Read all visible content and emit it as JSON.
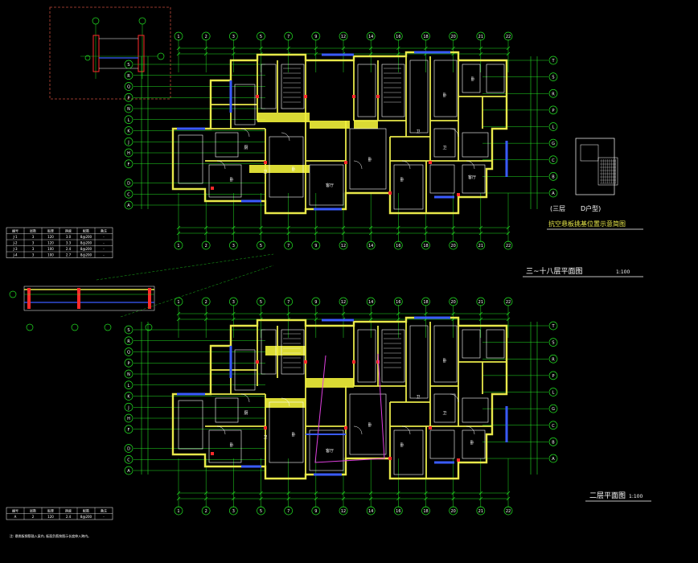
{
  "canvas": {
    "background": "#000000"
  },
  "colors": {
    "axis": "#22e022",
    "wall": "#e8e84a",
    "wall_thick": "#f2f23a",
    "room_line": "#ffffff",
    "window": "#3a5bff",
    "grid_text": "#ffffff",
    "red": "#ff2a2a",
    "magenta": "#e040e0",
    "cyan": "#36d6e0",
    "detail_frame": "#c44a3a"
  },
  "plan_titles": {
    "upper": "三~十八层平面图",
    "upper_scale": "1:100",
    "lower": "二层平面图",
    "lower_scale": "1:100"
  },
  "key_plan": {
    "caption_a": "(三层",
    "caption_b": "D户型)",
    "title": "抗空悬板挑基位置示意简图"
  },
  "axis_labels": {
    "top": [
      "1",
      "2",
      "3",
      "5",
      "7",
      "9",
      "12",
      "14",
      "16",
      "18",
      "20",
      "21",
      "22"
    ],
    "left": [
      "S",
      "R",
      "Q",
      "P",
      "N",
      "L",
      "K",
      "J",
      "H",
      "F",
      "D",
      "C",
      "A"
    ],
    "right": [
      "T",
      "S",
      "R",
      "P",
      "L",
      "G",
      "C",
      "B",
      "A"
    ]
  },
  "rooms_upper": [
    "厨",
    "卫",
    "卧",
    "卧",
    "客厅",
    "卧",
    "卧",
    "卫",
    "卫",
    "客厅",
    "卧",
    "卧"
  ],
  "rooms_lower": [
    "厨",
    "卫",
    "卧",
    "卧",
    "客厅",
    "卧",
    "卧",
    "卫",
    "卫",
    "卧",
    "卧"
  ],
  "legend_upper": {
    "headers": [
      "编号",
      "层数",
      "板厚",
      "跨度",
      "配筋",
      "备注"
    ],
    "rows": [
      [
        "J-1",
        "3",
        "120",
        "3.0",
        "8@200",
        "-"
      ],
      [
        "J-2",
        "3",
        "120",
        "3.3",
        "8@200",
        "-"
      ],
      [
        "J-3",
        "3",
        "100",
        "2.4",
        "8@200",
        "-"
      ],
      [
        "J-4",
        "3",
        "100",
        "2.7",
        "8@200",
        "-"
      ]
    ]
  },
  "legend_lower": {
    "headers": [
      "编号",
      "层数",
      "板厚",
      "跨度",
      "配筋",
      "备注"
    ],
    "rows": [
      [
        "A",
        "2",
        "120",
        "2.4",
        "8@200",
        "-"
      ]
    ]
  },
  "notes_lower": "注: 悬挑板钢筋锚入梁内, 板面负筋按图示长度伸入跨内。"
}
